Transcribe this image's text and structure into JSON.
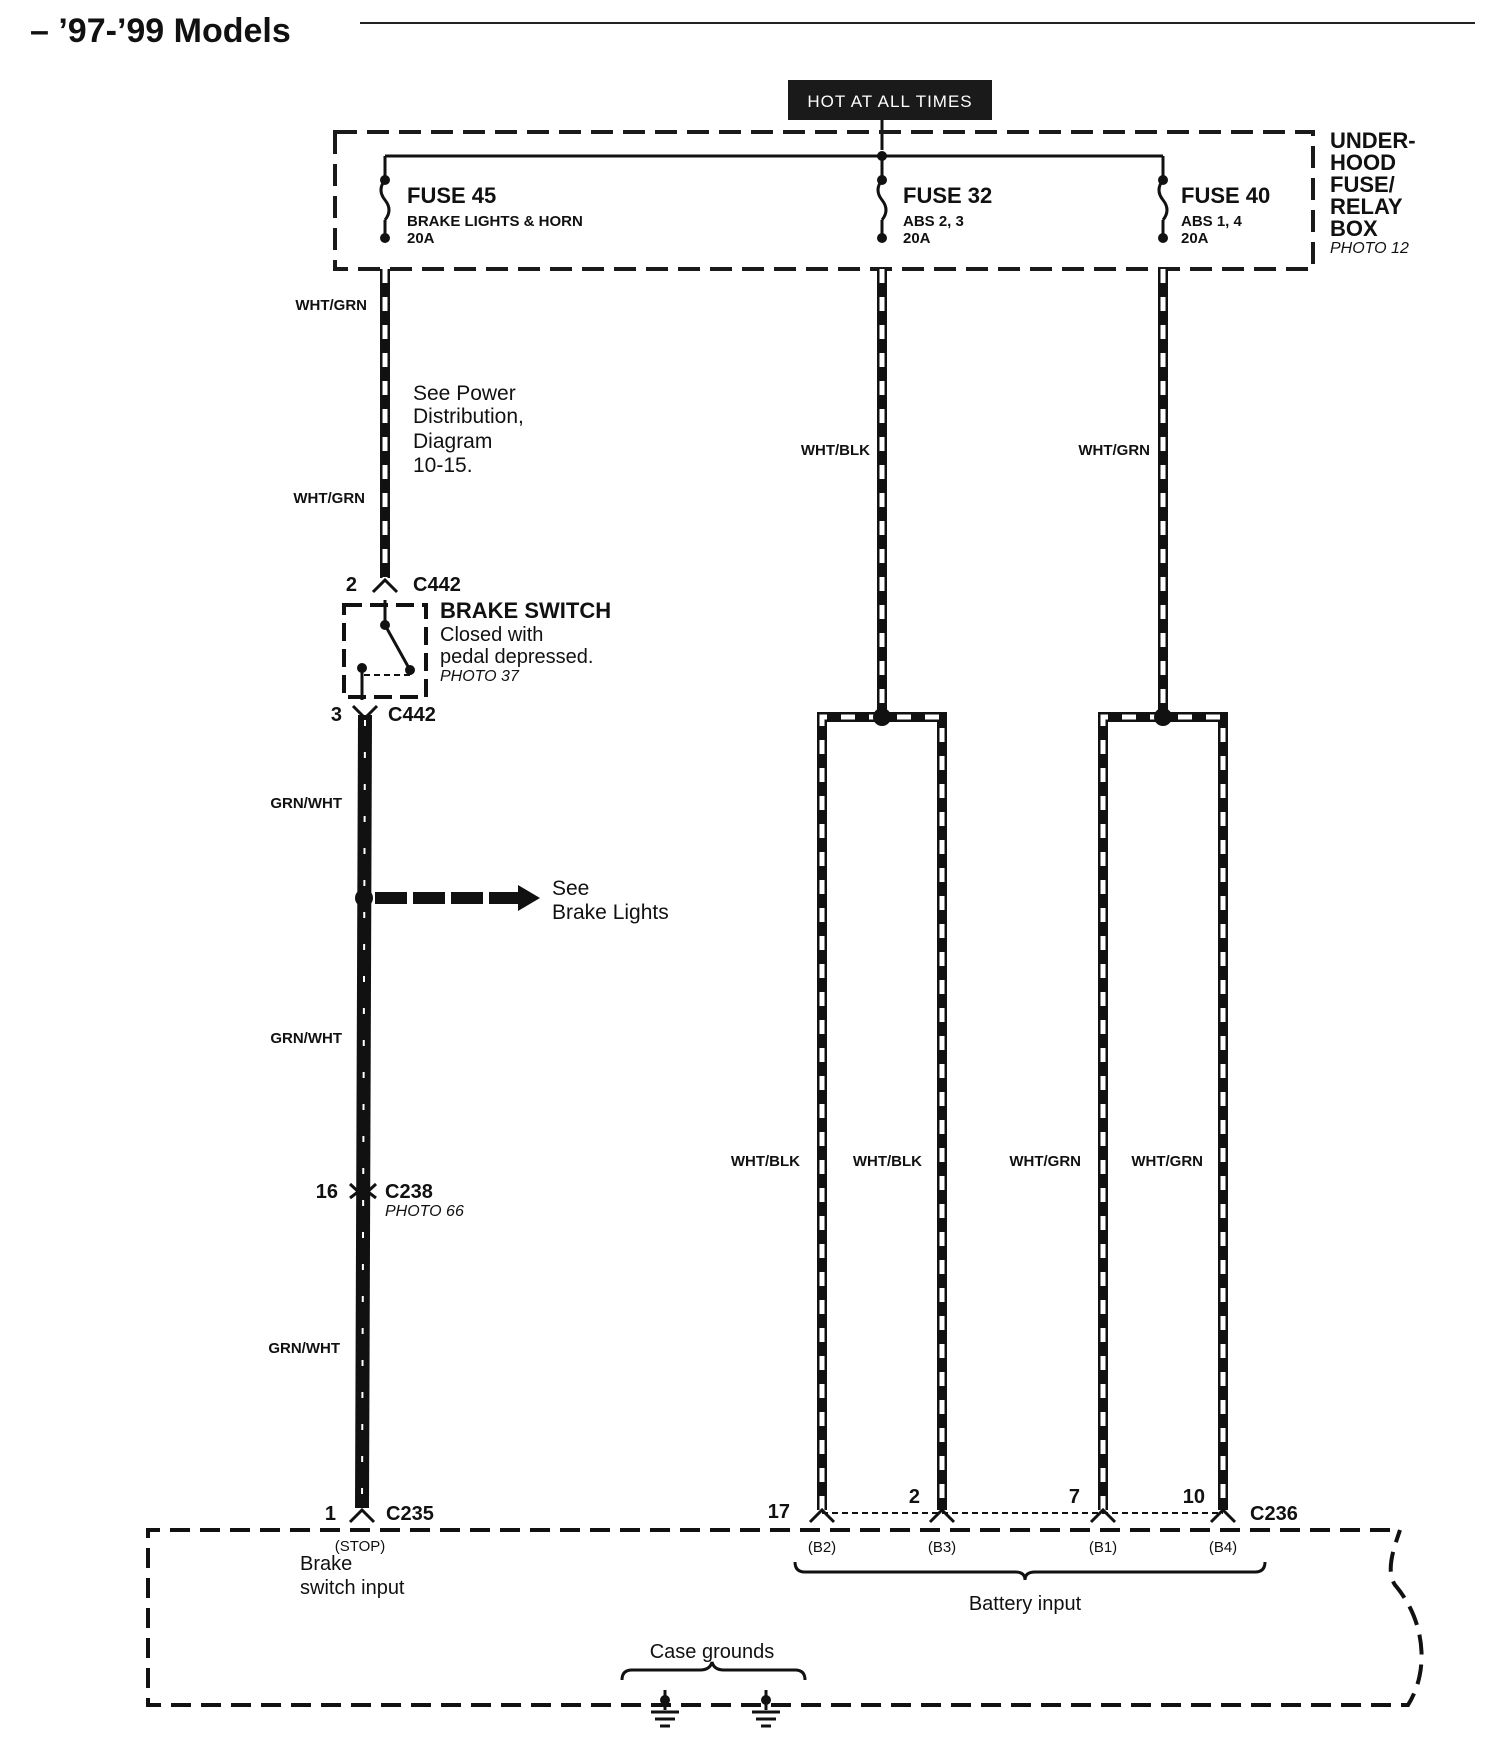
{
  "title": "– ’97-’99 Models",
  "hot_label": "HOT AT ALL TIMES",
  "fuse_box": {
    "name_lines": [
      "UNDER-",
      "HOOD",
      "FUSE/",
      "RELAY",
      "BOX"
    ],
    "photo": "PHOTO 12"
  },
  "fuses": [
    {
      "name": "FUSE 45",
      "desc": "BRAKE LIGHTS & HORN",
      "rating": "20A"
    },
    {
      "name": "FUSE 32",
      "desc": "ABS 2, 3",
      "rating": "20A"
    },
    {
      "name": "FUSE 40",
      "desc": "ABS 1, 4",
      "rating": "20A"
    }
  ],
  "wire_labels": {
    "left_top_1": "WHT/GRN",
    "left_top_2": "WHT/GRN",
    "mid_top": "WHT/BLK",
    "right_top": "WHT/GRN",
    "grn_wht_1": "GRN/WHT",
    "grn_wht_2": "GRN/WHT",
    "grn_wht_3": "GRN/WHT",
    "b_wht_blk_1": "WHT/BLK",
    "b_wht_blk_2": "WHT/BLK",
    "b_wht_grn_1": "WHT/GRN",
    "b_wht_grn_2": "WHT/GRN"
  },
  "power_note": [
    "See  Power",
    "Distribution,",
    "Diagram",
    "10-15."
  ],
  "brake_switch": {
    "title": "BRAKE SWITCH",
    "line1": "Closed with",
    "line2": "pedal depressed.",
    "photo": "PHOTO 37"
  },
  "connectors": {
    "c442_top": {
      "pin": "2",
      "name": "C442"
    },
    "c442_bot": {
      "pin": "3",
      "name": "C442"
    },
    "c238": {
      "pin": "16",
      "name": "C238",
      "photo": "PHOTO 66"
    },
    "c235": {
      "pin": "1",
      "name": "C235"
    },
    "c236": {
      "name": "C236",
      "pins": [
        "17",
        "2",
        "7",
        "10"
      ]
    }
  },
  "brake_lights_note": [
    "See",
    "Brake Lights"
  ],
  "module": {
    "stop_label": "(STOP)",
    "brake_input": [
      "Brake",
      "switch input"
    ],
    "battery_pins": [
      "(B2)",
      "(B3)",
      "(B1)",
      "(B4)"
    ],
    "battery_input": "Battery input",
    "case_grounds": "Case grounds"
  }
}
